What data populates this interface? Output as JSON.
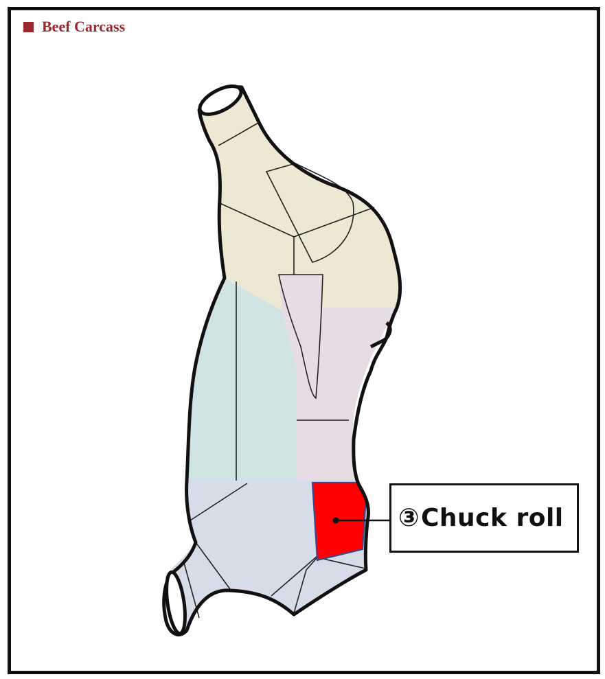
{
  "title": "Beef Carcass",
  "callout": {
    "marker": "③",
    "text": "Chuck roll"
  },
  "colors": {
    "title": "#9b2a2f",
    "frame": "#111111",
    "outline": "#111111",
    "chuck_region": "#ece8d4",
    "rib_region": "#e6dce3",
    "flank_region": "#cfe3e3",
    "hind_region": "#d7dde8",
    "highlight": "#ff0000",
    "highlight_outline": "#3b4a8c"
  },
  "highlighted_cut": "chuck-roll"
}
